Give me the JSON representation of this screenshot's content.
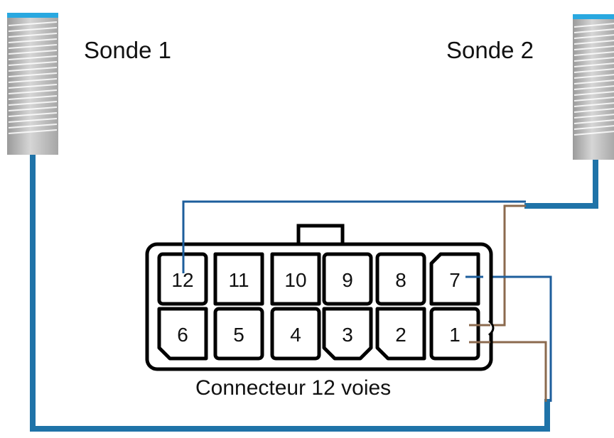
{
  "probes": [
    {
      "label": "Sonde 1"
    },
    {
      "label": "Sonde 2"
    }
  ],
  "connector": {
    "label": "Connecteur 12 voies",
    "pins_top": [
      "12",
      "11",
      "10",
      "9",
      "8",
      "7"
    ],
    "pins_bottom": [
      "6",
      "5",
      "4",
      "3",
      "2",
      "1"
    ]
  },
  "colors": {
    "wire_blue": "#1f73a8",
    "wire_thin_blue": "#1d5e9c",
    "wire_brown": "#8b6a4e",
    "probe_cap": "#29a8e0",
    "probe_body": "#b8b8b8"
  }
}
